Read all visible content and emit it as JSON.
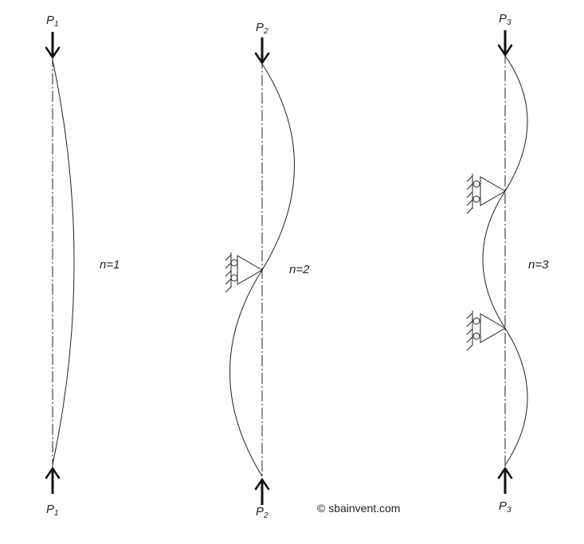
{
  "columns": [
    {
      "top_load": {
        "base": "P",
        "sub": "1"
      },
      "bottom_load": {
        "base": "P",
        "sub": "1"
      },
      "mode": "n=1"
    },
    {
      "top_load": {
        "base": "P",
        "sub": "2"
      },
      "bottom_load": {
        "base": "P",
        "sub": "2"
      },
      "mode": "n=2"
    },
    {
      "top_load": {
        "base": "P",
        "sub": "3"
      },
      "bottom_load": {
        "base": "P",
        "sub": "3"
      },
      "mode": "n=3"
    }
  ],
  "copyright": "© sbainvent.com"
}
